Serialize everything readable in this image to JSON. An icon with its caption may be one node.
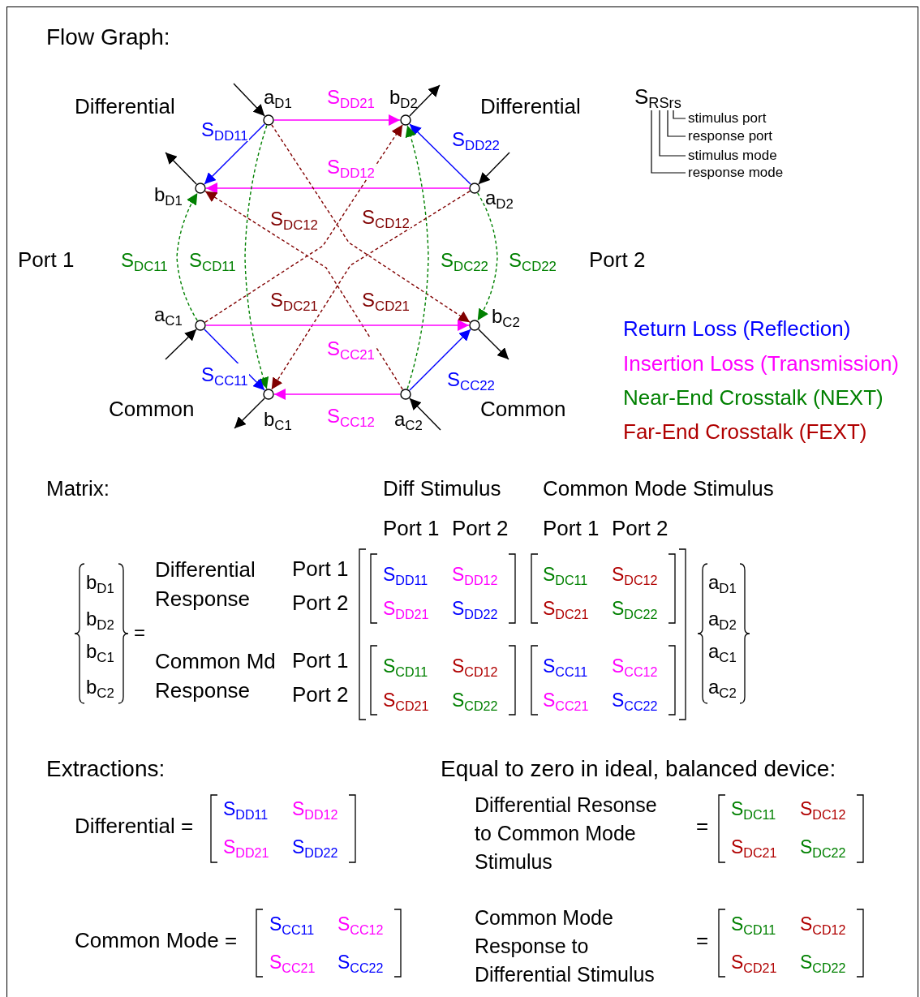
{
  "diagram": {
    "nodes": [
      {
        "text": [],
        "shape": "circle",
        "beside": [
          "a$_{D1}$"
        ]
      },
      {
        "text": [],
        "shape": "circle",
        "beside": [
          "b$_{D2}$"
        ]
      },
      {
        "text": [],
        "shape": "circle",
        "beside": [
          "b$_{D1}$"
        ]
      },
      {
        "text": [],
        "shape": "circle",
        "beside": [
          "a$_{D2}$"
        ]
      },
      {
        "text": [],
        "shape": "circle",
        "beside": [
          "a$_{C1}$"
        ]
      },
      {
        "text": [],
        "shape": "circle",
        "beside": [
          "b$_{C2}$"
        ]
      },
      {
        "text": [],
        "shape": "circle",
        "beside": [
          "b$_{C1}$"
        ]
      },
      {
        "text": [],
        "shape": "circle",
        "beside": [
          "a$_{C2}$"
        ]
      }
    ],
    "edges": [
      {
        "from": 0,
        "to": 1,
        "arrow": "to",
        "label": "S$_{DD21}$",
        "color": "#ff00ff"
      },
      {
        "from": 0,
        "to": 2,
        "arrow": "to",
        "label": "S$_{DD11}$",
        "color": "#0000ff"
      },
      {
        "from": 3,
        "to": 1,
        "arrow": "to",
        "label": "S$_{DD22}$",
        "color": "#0000ff"
      },
      {
        "from": 3,
        "to": 2,
        "arrow": "to",
        "label": "S$_{DD12}$",
        "color": "#ff00ff"
      },
      {
        "from": 4,
        "to": 2,
        "arrow": "to",
        "label": "S$_{DC11}$",
        "style": "dashed",
        "color": "#008000"
      },
      {
        "from": 0,
        "to": 6,
        "arrow": "to",
        "label": "S$_{CD11}$",
        "style": "dashed",
        "color": "#008000"
      },
      {
        "from": 4,
        "to": 1,
        "arrow": "to",
        "label": "S$_{DC21}$",
        "style": "dashed",
        "color": "#800000"
      },
      {
        "from": 0,
        "to": 5,
        "arrow": "to",
        "label": "S$_{CD21}$",
        "style": "dashed",
        "color": "#800000"
      },
      {
        "from": 7,
        "to": 1,
        "arrow": "to",
        "label": "S$_{DC22}$",
        "style": "dashed",
        "color": "#008000"
      },
      {
        "from": 3,
        "to": 5,
        "arrow": "to",
        "label": "S$_{CD22}$",
        "style": "dashed",
        "color": "#008000"
      },
      {
        "from": 7,
        "to": 2,
        "arrow": "to",
        "label": "S$_{DC12}$",
        "style": "dashed",
        "color": "#800000"
      },
      {
        "from": 3,
        "to": 6,
        "arrow": "to",
        "label": "S$_{CD12}$",
        "style": "dashed",
        "color": "#800000"
      },
      {
        "from": 4,
        "to": 5,
        "arrow": "to",
        "label": "S$_{CC21}$",
        "color": "#ff00ff"
      },
      {
        "from": 4,
        "to": 6,
        "arrow": "to",
        "label": "S$_{CC11}$",
        "color": "#0000ff"
      },
      {
        "from": 7,
        "to": 5,
        "arrow": "to",
        "label": "S$_{CC22}$",
        "color": "#0000ff"
      },
      {
        "from": 7,
        "to": 6,
        "arrow": "to",
        "label": "S$_{CC12}$",
        "color": "#ff00ff"
      },
      {
        "from": null,
        "to": 0,
        "arrow": "to"
      },
      {
        "from": 1,
        "to": null,
        "arrow": "to"
      },
      {
        "from": 2,
        "to": null,
        "arrow": "to"
      },
      {
        "from": null,
        "to": 3,
        "arrow": "to"
      },
      {
        "from": null,
        "to": 4,
        "arrow": "to"
      },
      {
        "from": 5,
        "to": null,
        "arrow": "to"
      },
      {
        "from": 6,
        "to": null,
        "arrow": "to"
      },
      {
        "from": null,
        "to": 7,
        "arrow": "to"
      }
    ],
    "labels": [
      "Flow Graph:",
      "Differential",
      "Differential",
      "Port 1",
      "Port 2",
      "Common",
      "Common",
      "S$_{RSrs}$",
      "stimulus port",
      "response port",
      "stimulus mode",
      "response mode",
      "Matrix:",
      "Diff Stimulus",
      "Common Mode Stimulus",
      "Port 1",
      "Port 2",
      "Port 1",
      "Port 2",
      "b$_{D1}$",
      "b$_{D2}$",
      "b$_{C1}$",
      "b$_{C2}$",
      "=",
      "Differential Response",
      "Port 1",
      "Port 2",
      "Common Md Response",
      "Port 1",
      "Port 2",
      "S$_{DD11}$",
      "S$_{DD12}$",
      "S$_{DC11}$",
      "S$_{DC12}$",
      "S$_{DD21}$",
      "S$_{DD22}$",
      "S$_{DC21}$",
      "S$_{DC22}$",
      "S$_{CD11}$",
      "S$_{CD12}$",
      "S$_{CC11}$",
      "S$_{CC12}$",
      "S$_{CD21}$",
      "S$_{CD22}$",
      "S$_{CC21}$",
      "S$_{CC22}$",
      "a$_{D1}$",
      "a$_{D2}$",
      "a$_{C1}$",
      "a$_{C2}$",
      "Extractions:",
      "Equal to zero in ideal, balanced device:",
      "Differential =",
      "S$_{DD11}$",
      "S$_{DD12}$",
      "S$_{DD21}$",
      "S$_{DD22}$",
      "Differential Resonse to Common Mode Stimulus",
      "=",
      "S$_{DC11}$",
      "S$_{DC12}$",
      "S$_{DC21}$",
      "S$_{DC22}$",
      "Common Mode =",
      "S$_{CC11}$",
      "S$_{CC12}$",
      "S$_{CC21}$",
      "S$_{CC22}$",
      "Common Mode Response to Differential Stimulus",
      "=",
      "S$_{CD11}$",
      "S$_{CD12}$",
      "S$_{CD21}$",
      "S$_{CD22}$"
    ],
    "legend": [
      {
        "text": "Return Loss (Reflection)",
        "color": "#0000ff"
      },
      {
        "text": "Insertion Loss (Transmission)",
        "color": "#ff00ff"
      },
      {
        "text": "Near-End Crosstalk (NEXT)",
        "color": "#008000"
      },
      {
        "text": "Far-End Crosstalk (FEXT)",
        "color": "#b00000"
      }
    ]
  }
}
